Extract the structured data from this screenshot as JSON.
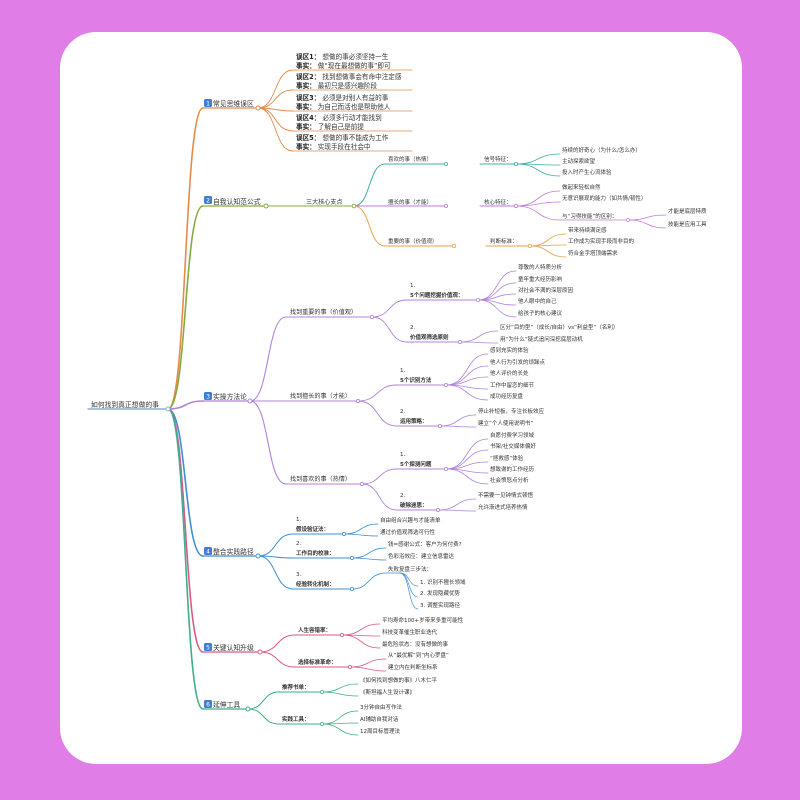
{
  "root": {
    "label": "如何找到真正想做的事"
  },
  "branches": [
    {
      "number": "1",
      "label": "常见思维误区",
      "color": "#e68a4b",
      "items": [
        {
          "tag": "误区1：",
          "tag_text": "想做的事必须坚持一生",
          "fact": "事实：",
          "fact_text": "做“现在最想做的事”即可"
        },
        {
          "tag": "误区2：",
          "tag_text": "找到想做事会有命中注定感",
          "fact": "事实：",
          "fact_text": "最初只是感兴趣阶段"
        },
        {
          "tag": "误区3：",
          "tag_text": "必须是对别人有益的事",
          "fact": "事实：",
          "fact_text": "为自己而活也是帮助他人"
        },
        {
          "tag": "误区4：",
          "tag_text": "必须多行动才能找到",
          "fact": "事实：",
          "fact_text": "了解自己是前提"
        },
        {
          "tag": "误区5：",
          "tag_text": "想做的事不能成为工作",
          "fact": "事实：",
          "fact_text": "实现手段在社会中"
        }
      ]
    },
    {
      "number": "2",
      "label": "自我认知范公式",
      "color": "#86ab3c",
      "sub": "三大核心支点",
      "pillars": [
        {
          "label": "喜欢的事（热情）",
          "feature": "信号特征：",
          "items": [
            "持续的好奇心（为什么/怎么办）",
            "主动探索欲望",
            "投入时产生心流体验"
          ]
        },
        {
          "label": "擅长的事（才能）",
          "feature": "核心特征：",
          "items": [
            "做起来轻松自然",
            "无意识展现的能力（如共情/韧性）",
            "与“习得技能”的区别："
          ],
          "sub_items": [
            "才能是底层特质",
            "技能是应用工具"
          ]
        },
        {
          "label": "重要的事（价值观）",
          "feature": "判断标准：",
          "items": [
            "带来持续满足感",
            "工作成为实现手段而非目的",
            "符合金字塔顶端需求"
          ]
        }
      ]
    },
    {
      "number": "3",
      "label": "实操方法论",
      "color": "#b183d9",
      "sections": [
        {
          "label": "找到重要的事（价值观）",
          "groups": [
            {
              "num": "1.",
              "title": "5个问题挖掘价值观：",
              "items": [
                "尊敬的人特质分析",
                "童年重大经历影响",
                "对社会不满的深层原因",
                "他人眼中的自己",
                "给孩子的核心建议"
              ]
            },
            {
              "num": "2.",
              "title": "价值观筛选原则",
              "items": [
                "区分“目的型”（成长/自由）vs“利益型”（名利）",
                "用“为什么”链式追问深挖底层动机"
              ]
            }
          ]
        },
        {
          "label": "找到擅长的事（才能）",
          "groups": [
            {
              "num": "1.",
              "title": "5个识别方法",
              "items": [
                "感到充实的体验",
                "他人行为引发的烦躁点",
                "他人评价的长处",
                "工作中留恋的细节",
                "成功经历复盘"
              ]
            },
            {
              "num": "2.",
              "title": "运用策略：",
              "items": [
                "停止补短板，专注长板效应",
                "建立“个人使用说明书”"
              ]
            }
          ]
        },
        {
          "label": "找到喜欢的事（热情）",
          "groups": [
            {
              "num": "1.",
              "title": "5个探测问题",
              "items": [
                "自愿付费学习领域",
                "书架/社交媒体偏好",
                "“拯救感”体验",
                "想致谢的工作经历",
                "社会愤怒点分析"
              ]
            },
            {
              "num": "2.",
              "title": "破除迷思：",
              "items": [
                "不需要一见钟情式顿悟",
                "允许渐进式培养热情"
              ]
            }
          ]
        }
      ]
    },
    {
      "number": "4",
      "label": "整合实践路径",
      "color": "#3f8fd2",
      "groups": [
        {
          "num": "1.",
          "title": "假设验证法：",
          "items": [
            "自由组合兴趣与才能清单",
            "通过价值观筛选可行性"
          ]
        },
        {
          "num": "2.",
          "title": "工作目的校准：",
          "items": [
            "钱=感谢公式：客户为何付费?",
            "色彩浴效应：建立信息雷达"
          ]
        },
        {
          "num": "3.",
          "title": "经验转化机制：",
          "items": [
            "失败复盘三步法："
          ],
          "sub_items": [
            "1. 识别不擅长领域",
            "2. 发现隐藏优势",
            "3. 调整实现路径"
          ]
        }
      ]
    },
    {
      "number": "5",
      "label": "关键认知升级",
      "color": "#d95a8a",
      "groups": [
        {
          "title": "人生容错率：",
          "items": [
            "平均寿命100+岁带来多重可能性",
            "科技变革催生职业迭代",
            "最危险状态：没有想做的事"
          ]
        },
        {
          "title": "选择标准革命：",
          "items": [
            "从“最优解”到“内心罗盘”",
            "建立内在判断坐标系"
          ]
        }
      ]
    },
    {
      "number": "6",
      "label": "延伸工具",
      "color": "#3fae8c",
      "groups": [
        {
          "title": "推荐书单：",
          "items": [
            "《如何找到想做的事》八木仁平",
            "《斯坦福人生设计课》"
          ]
        },
        {
          "title": "实践工具：",
          "items": [
            "3分钟自由写作法",
            "AI辅助自我对话",
            "12周目标管理法"
          ]
        }
      ]
    }
  ]
}
